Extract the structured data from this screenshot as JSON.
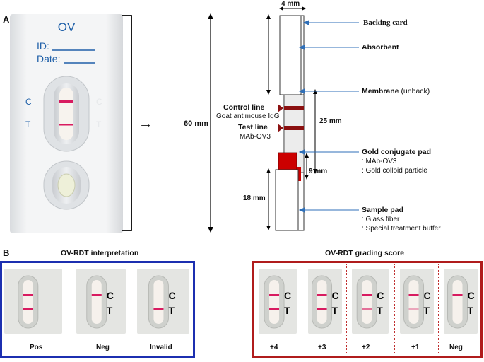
{
  "panel_a": {
    "letter": "A",
    "cassette": {
      "brand": "OV",
      "id_label": "ID:",
      "date_label": "Date:",
      "c_mark": "C",
      "t_mark": "T",
      "c_mark_right": "C",
      "t_mark_right": "T"
    },
    "arrow": "→",
    "length_60": "60 mm",
    "width_4": "4 mm",
    "length_25": "25 mm",
    "length_9": "9 mm",
    "length_18": "18 mm",
    "control_line": {
      "title": "Control line",
      "sub": "Goat antimouse IgG"
    },
    "test_line": {
      "title": "Test line",
      "sub": "MAb-OV3"
    },
    "backing_card": "Backing card",
    "absorbent": "Absorbent",
    "membrane": {
      "title": "Membrane",
      "sub": "(unback)"
    },
    "gold_pad": {
      "title": "Gold conjugate pad",
      "lines": [
        ": MAb-OV3",
        ": Gold colloid particle"
      ]
    },
    "sample_pad": {
      "title": "Sample pad",
      "lines": [
        ": Glass fiber",
        ": Special treatment buffer"
      ]
    }
  },
  "panel_b": {
    "letter": "B",
    "interpretation": {
      "title": "OV-RDT interpretation",
      "items": [
        {
          "label": "Pos",
          "c": "",
          "t": ""
        },
        {
          "label": "Neg",
          "c": "C",
          "t": "T"
        },
        {
          "label": "Invalid",
          "c": "C",
          "t": "T"
        }
      ]
    },
    "grading": {
      "title": "OV-RDT grading score",
      "items": [
        {
          "label": "+4",
          "c": "C",
          "t": "T"
        },
        {
          "label": "+3",
          "c": "C",
          "t": "T"
        },
        {
          "label": "+2",
          "c": "C",
          "t": "T"
        },
        {
          "label": "+1",
          "c": "C",
          "t": "T"
        },
        {
          "label": "Neg",
          "c": "C",
          "t": "T"
        }
      ]
    }
  },
  "colors": {
    "line_red": "#d81b60",
    "dark_red_band": "#8b1010",
    "conjugate_red": "#cc0000",
    "pointer_blue": "#2f6fb8",
    "cassette_blue": "#1e5fa8",
    "interp_border": "#1c2fb0",
    "grading_border": "#b01c1c"
  }
}
